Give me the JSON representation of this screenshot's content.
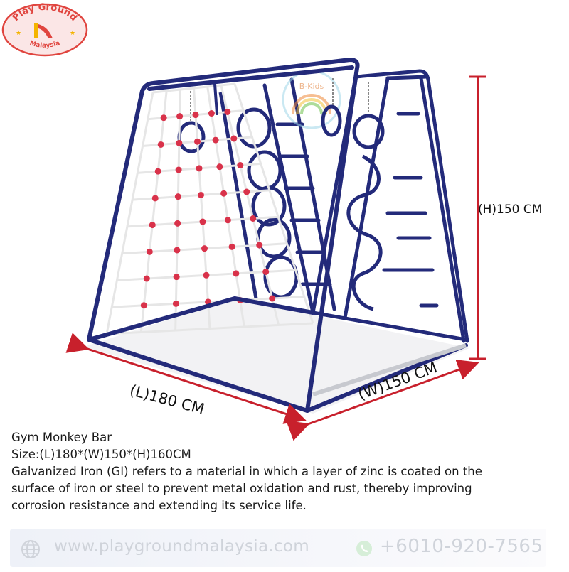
{
  "logo": {
    "line1": "Play Ground",
    "line2": "Malaysia"
  },
  "watermark_logo_text": "B-Kids",
  "dimensions": {
    "height": "(H)150 CM",
    "length": "(L)180 CM",
    "width": "(W)150 CM"
  },
  "description": {
    "title": "Gym Monkey Bar",
    "size": "Size:(L)180*(W)150*(H)160CM",
    "body_line1": "Galvanized Iron (GI) refers to a material in which a layer of zinc is coated on the",
    "body_line2": "surface of iron or steel to prevent metal oxidation and rust, thereby improving",
    "body_line3": "corrosion resistance and extending its service life."
  },
  "footer": {
    "website": "www.playgroundmalaysia.com",
    "phone": "+6010-920-7565",
    "website_icon": "globe-icon",
    "phone_icon": "whatsapp-icon"
  },
  "colors": {
    "frame": "#232a7a",
    "net_balls": "#d9324a",
    "dimension_lines": "#c8202c",
    "logo_red": "#e0453f"
  }
}
